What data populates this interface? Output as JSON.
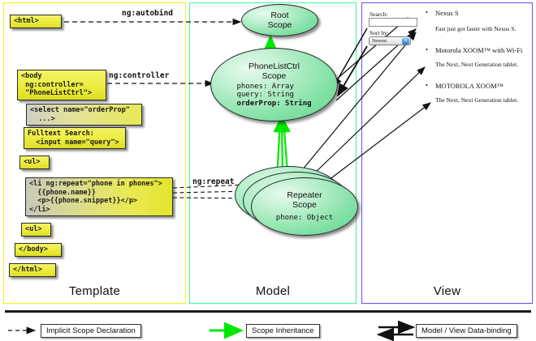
{
  "panels": {
    "template": {
      "label": "Template",
      "border_color": "#f2f218"
    },
    "model": {
      "label": "Model",
      "border_color": "#3ef3a5"
    },
    "view": {
      "label": "View",
      "border_color": "#6b4df0"
    }
  },
  "template_boxes": [
    {
      "id": "html-open",
      "text": "<html>"
    },
    {
      "id": "body-open",
      "text": "<body\n ng:controller=\n \"PhoneListCtrl\">"
    },
    {
      "id": "select",
      "text": "<select name=\"orderProp\"\n  ...>"
    },
    {
      "id": "fulltext",
      "text": "Fulltext Search:\n  <input name=\"query\">"
    },
    {
      "id": "ul-open",
      "text": "<ul>"
    },
    {
      "id": "li-repeat",
      "text": "<li ng:repeat=\"phone in phones\">\n  {{phone.name}}\n  <p>{{phone.snippet}}</p>\n</li>"
    },
    {
      "id": "ul-close",
      "text": "<ul>"
    },
    {
      "id": "body-close",
      "text": "</body>"
    },
    {
      "id": "html-close",
      "text": "</html>"
    }
  ],
  "connector_labels": {
    "autobind": "ng:autobind",
    "controller": "ng:controller",
    "repeat": "ng:repeat"
  },
  "model_scopes": [
    {
      "id": "root",
      "title_line1": "Root",
      "title_line2": "Scope",
      "props": []
    },
    {
      "id": "ctrl",
      "title_line1": "PhoneListCtrl",
      "title_line2": "Scope",
      "props": [
        {
          "text": "phones: Array",
          "bold": false
        },
        {
          "text": "query: String",
          "bold": false
        },
        {
          "text": "orderProp: String",
          "bold": true
        }
      ]
    },
    {
      "id": "repeater",
      "title_line1": "Repeater",
      "title_line2": "Scope",
      "props": [
        {
          "text": "phone: Object",
          "bold": false
        }
      ]
    }
  ],
  "view": {
    "search_label": "Search:",
    "search_value": "",
    "sortby_label": "Sort by:",
    "sortby_value": "Newest",
    "sortby_options": [
      "Newest"
    ],
    "items": [
      {
        "title": "Nexus S",
        "desc": "Fast just got faster with Nexus S."
      },
      {
        "title": "Motorola XOOM™  with Wi-Fi",
        "desc": "The Next, Next Generation tablet."
      },
      {
        "title": "MOTOROLA XOOM™",
        "desc": "The Next, Next Generation tablet."
      }
    ]
  },
  "legend": [
    {
      "id": "implicit",
      "label": "Implicit Scope Declaration",
      "style": "dashed-arrow",
      "color": "#1a1a1a"
    },
    {
      "id": "inheritance",
      "label": "Scope Inheritance",
      "style": "solid-arrow",
      "color": "#00e500"
    },
    {
      "id": "databinding",
      "label": "Model / View Data-binding",
      "style": "double-arrow",
      "color": "#1a1a1a"
    }
  ]
}
